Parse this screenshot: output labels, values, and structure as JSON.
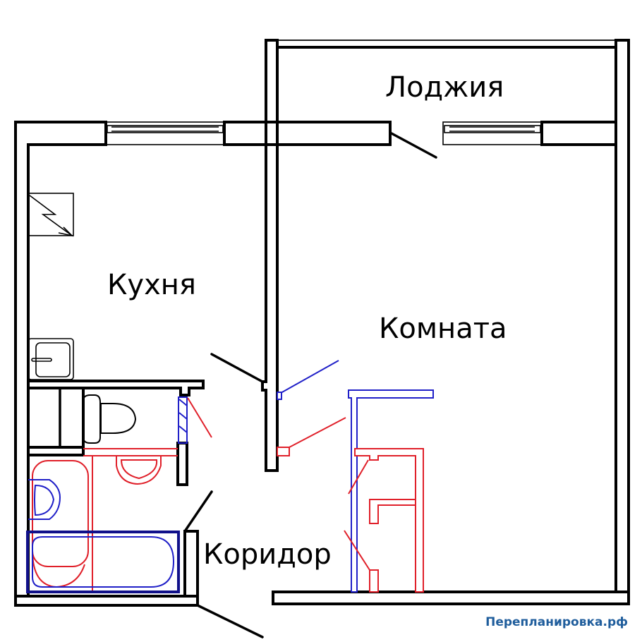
{
  "plan": {
    "type": "one-room apartment floor plan",
    "rooms": {
      "loggia": "Лоджия",
      "kitchen": "Кухня",
      "room": "Комната",
      "corridor": "Коридор"
    },
    "legend_colors": {
      "walls": "#000000",
      "new_layout_red": "#e0202a",
      "new_layout_blue": "#2020c8"
    }
  },
  "watermark": "Перепланировка.рф"
}
